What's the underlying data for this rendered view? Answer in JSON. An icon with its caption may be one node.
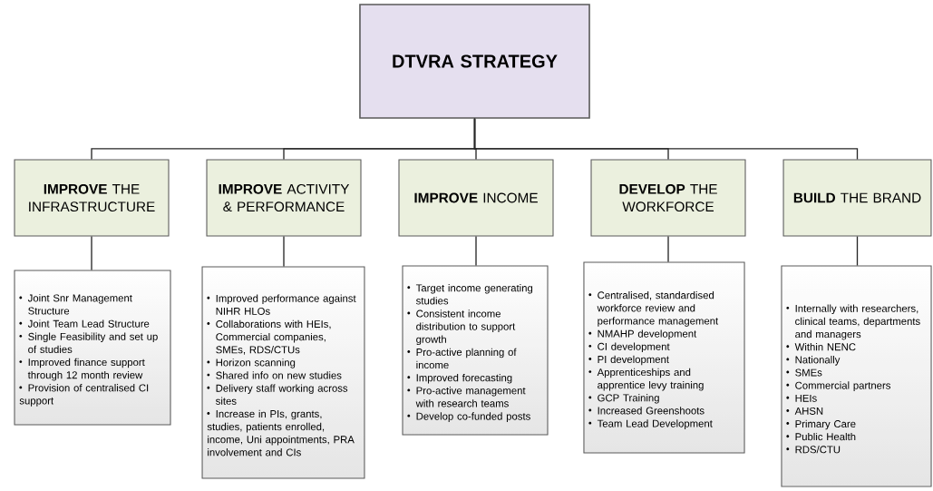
{
  "diagram": {
    "nodes": [
      {
        "text": [
          "DTVRA STRATEGY"
        ]
      },
      {
        "text": [
          "**IMPROVE** THE INFRASTRUCTURE"
        ]
      },
      {
        "text": [
          "**IMPROVE** ACTIVITY & PERFORMANCE"
        ]
      },
      {
        "text": [
          "**IMPROVE** INCOME"
        ]
      },
      {
        "text": [
          "**DEVELOP** THE WORKFORCE"
        ]
      },
      {
        "text": [
          "**BUILD** THE BRAND"
        ]
      },
      {
        "text": [
          "Joint Snr Management Structure",
          "Joint Team Lead Structure",
          "Single Feasibility and set up of studies",
          "Improved finance support through 12 month review",
          "Provision of centralised CI support"
        ]
      },
      {
        "text": [
          "Improved performance against NIHR HLOs",
          "Collaborations with HEIs, Commercial companies, SMEs, RDS/CTUs",
          "Horizon scanning",
          "Shared info on new studies",
          "Delivery staff working across sites",
          "Increase in PIs, grants, studies, patients enrolled, income, Uni appointments, PRA involvement and CIs"
        ]
      },
      {
        "text": [
          "Target income generating studies",
          "Consistent income distribution to support growth",
          "Pro-active planning of income",
          "Improved forecasting",
          "Pro-active management with research teams",
          "Develop co-funded posts"
        ]
      },
      {
        "text": [
          "Centralised, standardised workforce review and performance management",
          "NMAHP development",
          "CI development",
          "PI development",
          "Apprenticeships and apprentice levy training",
          "GCP Training",
          "Increased Greenshoots",
          "Team Lead Development"
        ]
      },
      {
        "text": [
          "Internally with researchers, clinical teams, departments and managers",
          "Within NENC",
          "Nationally",
          "SMEs",
          "Commercial partners",
          "HEIs",
          "AHSN",
          "Primary Care",
          "Public Health",
          "RDS/CTU"
        ]
      }
    ],
    "edges": [
      {
        "from": 0,
        "to": 1,
        "arrow": "none"
      },
      {
        "from": 0,
        "to": 2,
        "arrow": "none"
      },
      {
        "from": 0,
        "to": 3,
        "arrow": "none"
      },
      {
        "from": 0,
        "to": 4,
        "arrow": "none"
      },
      {
        "from": 0,
        "to": 5,
        "arrow": "none"
      },
      {
        "from": 1,
        "to": 6,
        "arrow": "none"
      },
      {
        "from": 2,
        "to": 7,
        "arrow": "none"
      },
      {
        "from": 3,
        "to": 8,
        "arrow": "none"
      },
      {
        "from": 4,
        "to": 9,
        "arrow": "none"
      },
      {
        "from": 5,
        "to": 10,
        "arrow": "none"
      }
    ]
  }
}
